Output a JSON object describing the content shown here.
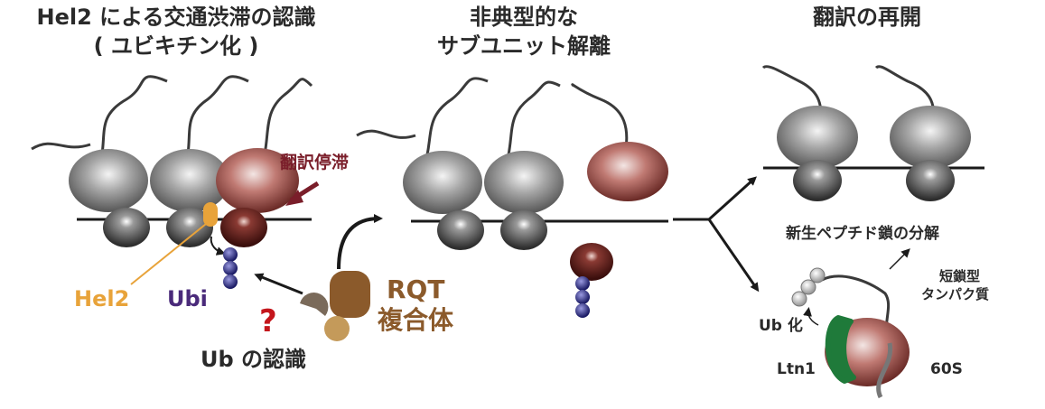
{
  "panel1": {
    "title_line1": "Hel2 による交通渋滞の認識",
    "title_line2": "( ユビキチン化 )",
    "stall_label": "翻訳停滞",
    "hel2_label": "Hel2",
    "ubi_label": "Ubi",
    "question_mark": "?",
    "rqt_line1": "RQT",
    "rqt_line2": "複合体",
    "ub_recognition": "Ub の認識"
  },
  "panel2": {
    "title_line1": "非典型的な",
    "title_line2": "サブユニット解離"
  },
  "panel3": {
    "title": "翻訳の再開",
    "nascent_degradation": "新生ペプチド鎖の分解",
    "truncated_line1": "短鎖型",
    "truncated_line2": "タンパク質",
    "ub_conj": "Ub 化",
    "ltn1_label": "Ltn1",
    "subunit_label": "60S"
  },
  "colors": {
    "hel2": "#e8a33a",
    "ubi": "#4a2a7a",
    "question": "#c4161c",
    "stall": "#7a1e2a",
    "rqt": "#8b5a2b",
    "ltn1": "#1f7a3a",
    "ribosome_gray": "#8a8a8a",
    "ribosome_red": "#a8544f",
    "ubiquitin": "#2c2c80"
  },
  "icons": [
    "ribosome-icon",
    "ubiquitin-chain-icon",
    "arrow-icon",
    "rqt-complex-icon",
    "ltn1-icon"
  ]
}
